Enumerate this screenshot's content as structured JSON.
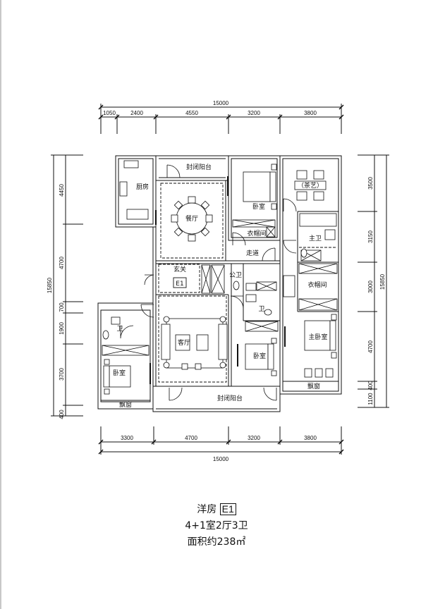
{
  "plan": {
    "type_label": "洋房",
    "type_code": "E1",
    "layout_label": "4+1室2厅3卫",
    "area_label": "面积约238㎡"
  },
  "dimensions": {
    "top_total": "15000",
    "top_segments": [
      "1050",
      "2400",
      "4550",
      "3200",
      "3800"
    ],
    "bottom_total": "15000",
    "bottom_segments": [
      "3300",
      "4700",
      "3200",
      "3800"
    ],
    "left_total": "15850",
    "left_segments": [
      "4450",
      "4700",
      "700",
      "1900",
      "3700",
      "400"
    ],
    "right_total": "15850",
    "right_segments": [
      "3500",
      "3150",
      "3000",
      "4700",
      "400",
      "1100"
    ]
  },
  "rooms": {
    "kitchen": "厨房",
    "balcony_top": "封闭阳台",
    "dining": "餐厅",
    "bedroom_top": "卧室",
    "closet_top": "衣帽间",
    "corridor": "走道",
    "tea_room": "（茶艺）",
    "master_bath": "主卫",
    "foyer": "玄关",
    "foyer_code": "E1",
    "public_bath": "公卫",
    "bath_mid": "卫",
    "closet_master": "衣帽间",
    "master_bedroom": "主卧室",
    "bath_left": "卫",
    "bedroom_left": "卧室",
    "living": "客厅",
    "bedroom_mid": "卧室",
    "balcony_bottom": "封闭阳台",
    "bay_window_left": "飘窗",
    "bay_window_right": "飘窗"
  }
}
